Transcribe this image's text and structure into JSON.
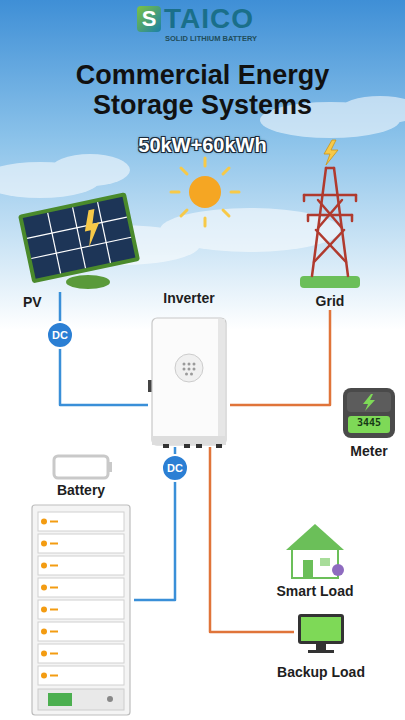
{
  "diagram": {
    "title": "Commercial Energy Storage Systems",
    "nodes": [
      {
        "text": [
          "PV"
        ]
      },
      {
        "text": [
          "Grid"
        ]
      },
      {
        "text": [
          "Inverter"
        ]
      },
      {
        "text": [
          "3445",
          "Meter"
        ]
      },
      {
        "text": [
          "Battery"
        ]
      },
      {
        "text": [
          "Smart Load"
        ]
      },
      {
        "text": [
          "Backup Load"
        ]
      }
    ],
    "edges": [
      {
        "from": 0,
        "to": 2,
        "label": "DC",
        "arrow": "none"
      },
      {
        "from": 2,
        "to": 1,
        "arrow": "none"
      },
      {
        "from": 4,
        "to": 2,
        "label": "DC",
        "arrow": "none"
      },
      {
        "from": 2,
        "to": 6,
        "arrow": "none"
      }
    ],
    "labels": [
      "S",
      "TAICO",
      "SOLID LITHIUM BATTERY",
      "50kW+60kWh"
    ]
  }
}
